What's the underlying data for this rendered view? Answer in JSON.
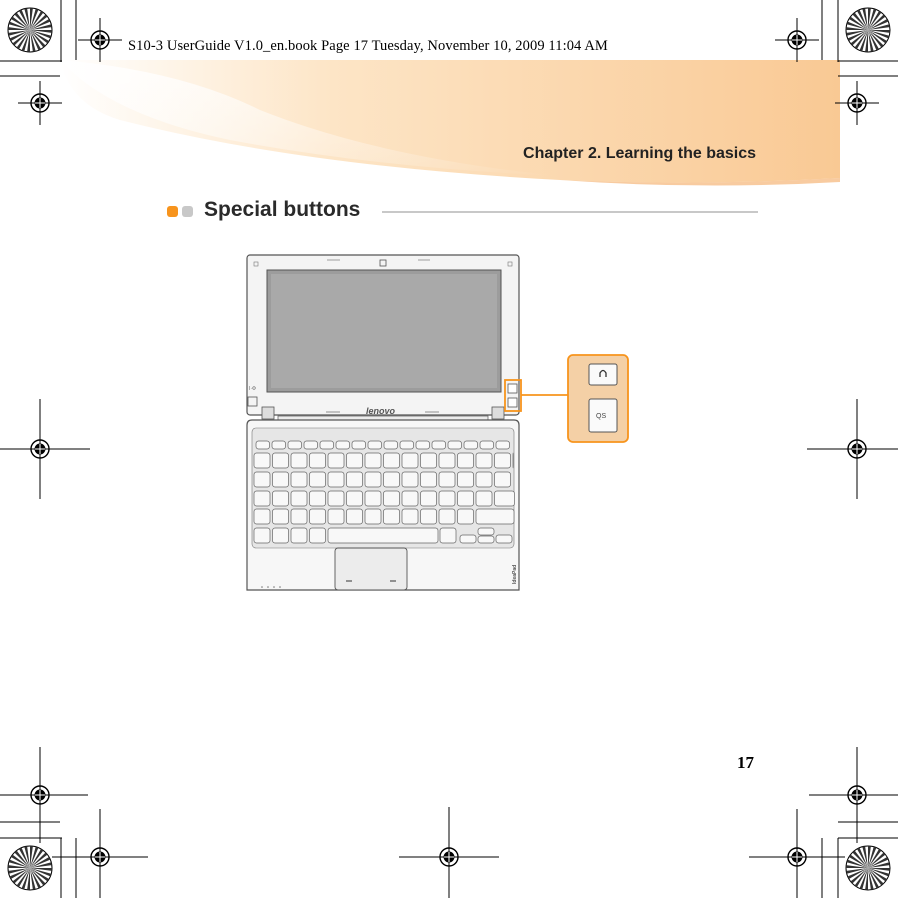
{
  "book_header": "S10-3 UserGuide V1.0_en.book  Page 17  Tuesday, November 10, 2009  11:04 AM",
  "chapter_title": "Chapter 2. Learning the basics",
  "section": {
    "title": "Special buttons",
    "bullet_colors": [
      "#f7941d",
      "#c8c8c8"
    ]
  },
  "figure": {
    "logo_text": "lenovo",
    "brand_text": "IdeaPad",
    "callout_buttons": [
      {
        "icon": "headphone-arc-icon",
        "label": ""
      },
      {
        "icon": "quickstart-icon",
        "label": "QS"
      }
    ],
    "callout_color": "#f7941d"
  },
  "page_number": "17",
  "colors": {
    "banner": "#f9c994",
    "accent": "#f7941d"
  }
}
